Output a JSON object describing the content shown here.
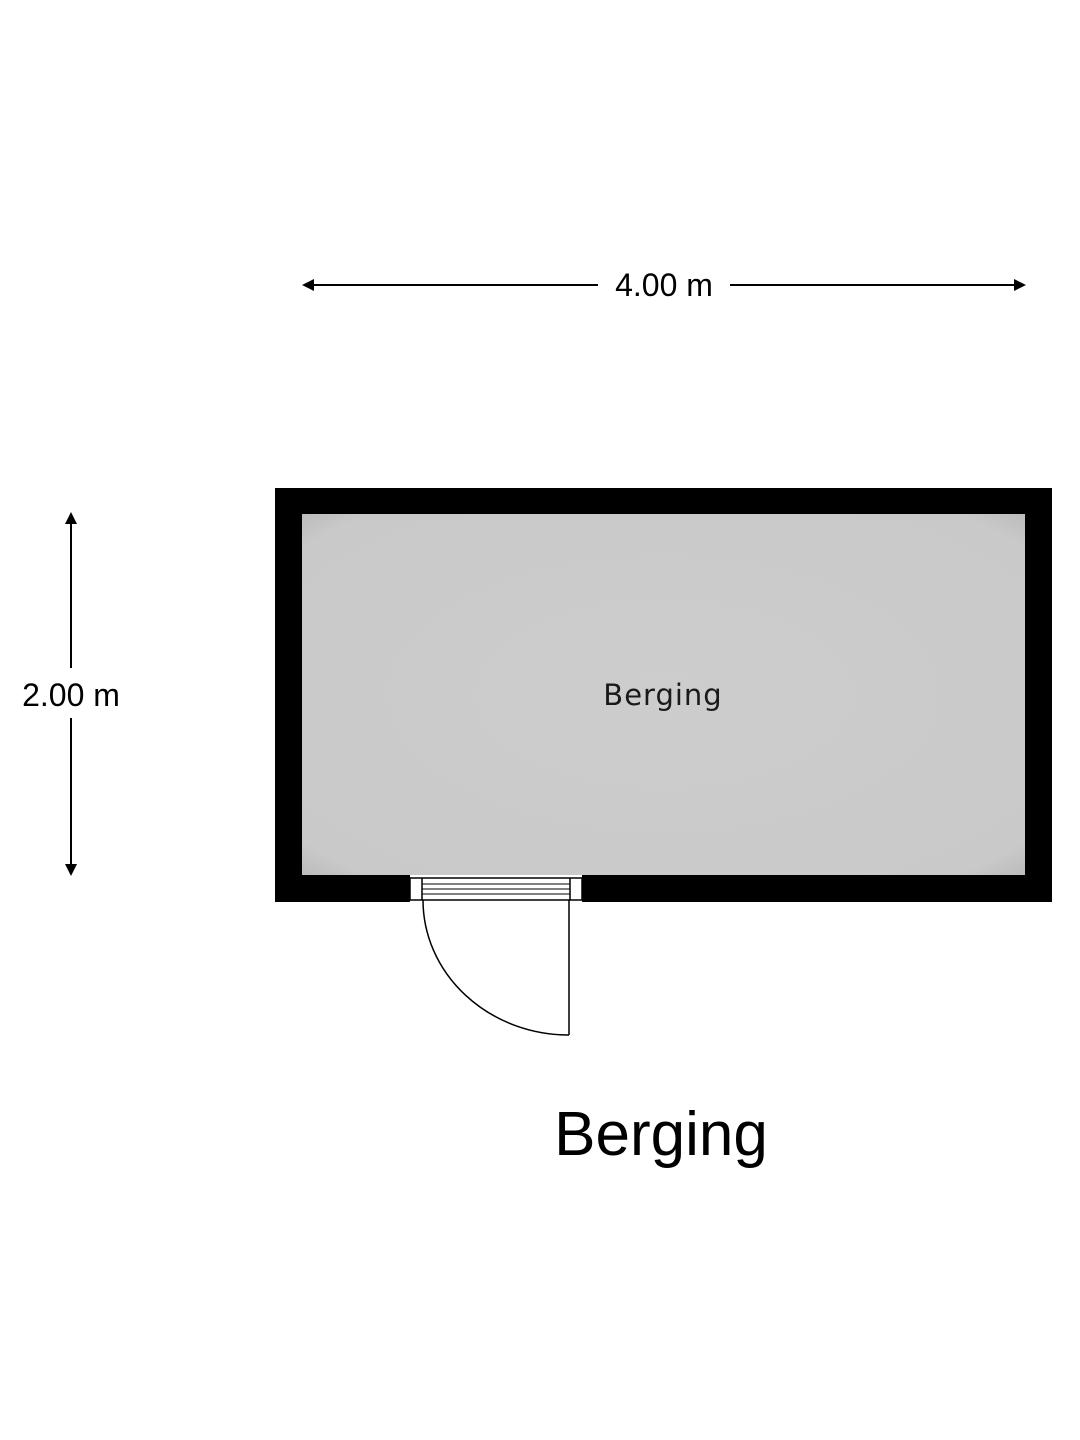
{
  "dimensions": {
    "width_label": "4.00 m",
    "height_label": "2.00 m"
  },
  "room": {
    "label": "Berging"
  },
  "plan": {
    "title": "Berging"
  },
  "colors": {
    "wall": "#000000",
    "floor": "#cccccc",
    "background": "#ffffff"
  }
}
